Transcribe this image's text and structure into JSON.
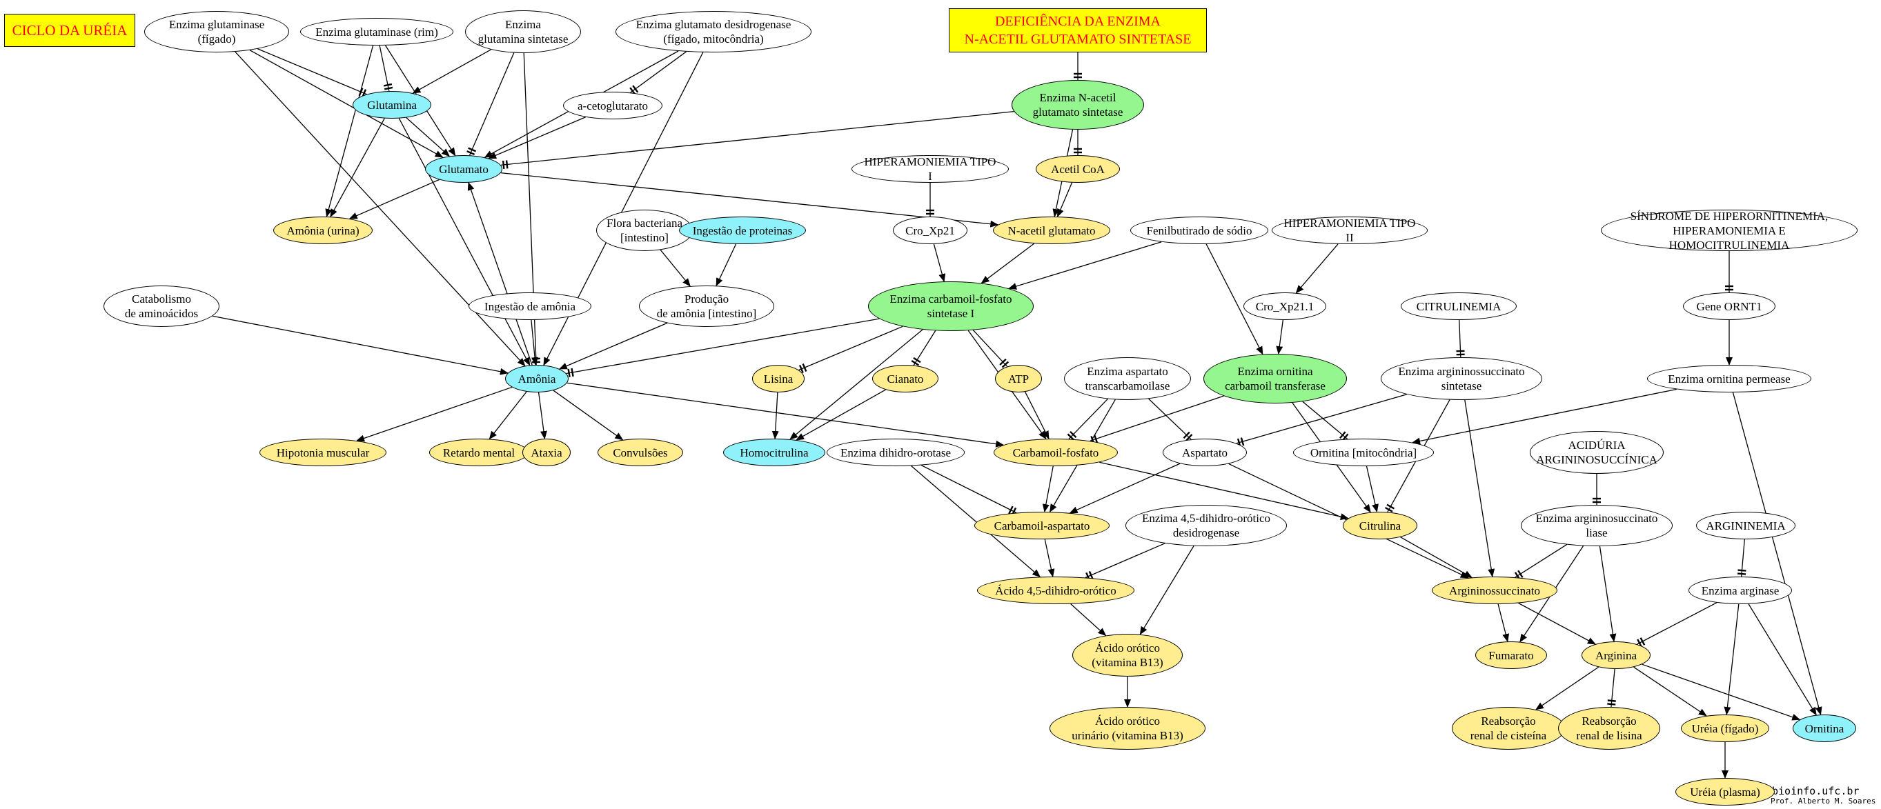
{
  "colors": {
    "white": "#ffffff",
    "yellow": "#ffed8f",
    "cyan": "#8ff2fa",
    "green": "#95f58f",
    "title_bg": "#ffff00",
    "title_text": "#ff0000",
    "edge": "#000000"
  },
  "title": "CICLO DA URÉIA",
  "deficiency_title": "DEFICIÊNCIA DA ENZIMA\nN-ACETIL GLUTAMATO SINTETASE",
  "credits": {
    "site": "bioinfo.ufc.br",
    "author": "Prof. Alberto M. Soares"
  },
  "nodes": [
    {
      "id": "e_glutaminase_figado",
      "label": "Enzima glutaminase\n(fígado)",
      "fill": "white"
    },
    {
      "id": "e_glutaminase_rim",
      "label": "Enzima glutaminase (rim)",
      "fill": "white"
    },
    {
      "id": "e_glutamina_sintetase",
      "label": "Enzima\nglutamina sintetase",
      "fill": "white"
    },
    {
      "id": "e_glutamato_desidrogenase",
      "label": "Enzima glutamato desidrogenase\n(fígado, mitocôndria)",
      "fill": "white"
    },
    {
      "id": "glutamina",
      "label": "Glutamina",
      "fill": "cyan"
    },
    {
      "id": "a_cetoglutarato",
      "label": "a-cetoglutarato",
      "fill": "white"
    },
    {
      "id": "glutamato",
      "label": "Glutamato",
      "fill": "cyan"
    },
    {
      "id": "amonia_urina",
      "label": "Amônia (urina)",
      "fill": "yellow"
    },
    {
      "id": "e_n_acetil",
      "label": "Enzima N-acetil\nglutamato sintetase",
      "fill": "green"
    },
    {
      "id": "acetil_coa",
      "label": "Acetil CoA",
      "fill": "yellow"
    },
    {
      "id": "hiperamoniemia_1",
      "label": "HIPERAMONIEMIA TIPO I",
      "fill": "white"
    },
    {
      "id": "cro_xp21",
      "label": "Cro_Xp21",
      "fill": "white"
    },
    {
      "id": "n_acetil_glutamato",
      "label": "N-acetil glutamato",
      "fill": "yellow"
    },
    {
      "id": "flora",
      "label": "Flora bacteriana\n[intestino]",
      "fill": "white"
    },
    {
      "id": "ingestao_proteinas",
      "label": "Ingestão de proteinas",
      "fill": "cyan"
    },
    {
      "id": "producao_amonia",
      "label": "Produção\nde amônia [intestino]",
      "fill": "white"
    },
    {
      "id": "fenilbutirado",
      "label": "Fenilbutirado de sódio",
      "fill": "white"
    },
    {
      "id": "hiperamoniemia_2",
      "label": "HIPERAMONIEMIA TIPO II",
      "fill": "white"
    },
    {
      "id": "cro_xp21_1",
      "label": "Cro_Xp21.1",
      "fill": "white"
    },
    {
      "id": "sindrome",
      "label": "SÍNDROME DE HIPERORNITINEMIA,\nHIPERAMONIEMIA E HOMOCITRULINEMIA",
      "fill": "white"
    },
    {
      "id": "gene_ornt1",
      "label": "Gene ORNT1",
      "fill": "white"
    },
    {
      "id": "catabolismo",
      "label": "Catabolismo\nde aminoácidos",
      "fill": "white"
    },
    {
      "id": "ingestao_amonia",
      "label": "Ingestão de amônia",
      "fill": "white"
    },
    {
      "id": "e_carbamoil_fosfato",
      "label": "Enzima carbamoil-fosfato\nsintetase I",
      "fill": "green"
    },
    {
      "id": "citrulinemia",
      "label": "CITRULINEMIA",
      "fill": "white"
    },
    {
      "id": "amonia",
      "label": "Amônia",
      "fill": "cyan"
    },
    {
      "id": "lisina",
      "label": "Lisina",
      "fill": "yellow"
    },
    {
      "id": "cianato",
      "label": "Cianato",
      "fill": "yellow"
    },
    {
      "id": "atp",
      "label": "ATP",
      "fill": "yellow"
    },
    {
      "id": "e_aspartato_transcarbamoilase",
      "label": "Enzima  aspartato\ntranscarbamoilase",
      "fill": "white"
    },
    {
      "id": "e_ornitina_carbamoil",
      "label": "Enzima ornitina\ncarbamoil transferase",
      "fill": "green"
    },
    {
      "id": "e_argininosuccinato_sintetase",
      "label": "Enzima argininossuccinato\nsintetase",
      "fill": "white"
    },
    {
      "id": "e_ornitina_permease",
      "label": "Enzima ornitina permease",
      "fill": "white"
    },
    {
      "id": "hipotonia",
      "label": "Hipotonia muscular",
      "fill": "yellow"
    },
    {
      "id": "retardo",
      "label": "Retardo mental",
      "fill": "yellow"
    },
    {
      "id": "ataxia",
      "label": "Ataxia",
      "fill": "yellow"
    },
    {
      "id": "convulsoes",
      "label": "Convulsões",
      "fill": "yellow"
    },
    {
      "id": "homocitrulina",
      "label": "Homocitrulina",
      "fill": "cyan"
    },
    {
      "id": "e_dihidro_orotase",
      "label": "Enzima dihidro-orotase",
      "fill": "white"
    },
    {
      "id": "carbamoil_fosfato",
      "label": "Carbamoil-fosfato",
      "fill": "yellow"
    },
    {
      "id": "aspartato",
      "label": "Aspartato",
      "fill": "white"
    },
    {
      "id": "ornitina_mito",
      "label": "Ornitina [mitocôndria]",
      "fill": "white"
    },
    {
      "id": "aciduria",
      "label": "ACIDÚRIA\nARGININOSUCCÍNICA",
      "fill": "white"
    },
    {
      "id": "carbamoil_aspartato",
      "label": "Carbamoil-aspartato",
      "fill": "yellow"
    },
    {
      "id": "e_dihidro_orotico_desidrogenase",
      "label": "Enzima 4,5-dihidro-orótico\ndesidrogenase",
      "fill": "white"
    },
    {
      "id": "citrulina",
      "label": "Citrulina",
      "fill": "yellow"
    },
    {
      "id": "e_argininosuccinato_liase",
      "label": "Enzima argininosuccinato\nliase",
      "fill": "white"
    },
    {
      "id": "argininemia",
      "label": "ARGININEMIA",
      "fill": "white"
    },
    {
      "id": "acido_dihidro_orotico",
      "label": "Ácido 4,5-dihidro-orótico",
      "fill": "yellow"
    },
    {
      "id": "argininossuccinato",
      "label": "Argininossuccinato",
      "fill": "yellow"
    },
    {
      "id": "e_arginase",
      "label": "Enzima arginase",
      "fill": "white"
    },
    {
      "id": "acido_orotico",
      "label": "Ácido orótico\n(vitamina B13)",
      "fill": "yellow"
    },
    {
      "id": "fumarato",
      "label": "Fumarato",
      "fill": "yellow"
    },
    {
      "id": "arginina",
      "label": "Arginina",
      "fill": "yellow"
    },
    {
      "id": "acido_orotico_urinario",
      "label": "Ácido orótico\nurinário (vitamina B13)",
      "fill": "yellow"
    },
    {
      "id": "reabsorcao_cisteina",
      "label": "Reabsorção\nrenal de cisteína",
      "fill": "yellow"
    },
    {
      "id": "reabsorcao_lisina",
      "label": "Reabsorção\nrenal de lisina",
      "fill": "yellow"
    },
    {
      "id": "ureia_figado",
      "label": "Uréia (fígado)",
      "fill": "yellow"
    },
    {
      "id": "ornitina",
      "label": "Ornitina",
      "fill": "cyan"
    },
    {
      "id": "ureia_plasma",
      "label": "Uréia (plasma)",
      "fill": "yellow"
    }
  ],
  "edges": [
    {
      "from": "e_glutaminase_figado",
      "to": "glutamina",
      "type": "inhibit"
    },
    {
      "from": "e_glutaminase_figado",
      "to": "glutamato",
      "type": "arrow"
    },
    {
      "from": "e_glutaminase_figado",
      "to": "amonia",
      "type": "arrow"
    },
    {
      "from": "e_glutaminase_rim",
      "to": "glutamina",
      "type": "inhibit"
    },
    {
      "from": "e_glutaminase_rim",
      "to": "glutamato",
      "type": "arrow"
    },
    {
      "from": "e_glutaminase_rim",
      "to": "amonia_urina",
      "type": "arrow"
    },
    {
      "from": "e_glutamina_sintetase",
      "to": "glutamina",
      "type": "arrow"
    },
    {
      "from": "e_glutamina_sintetase",
      "to": "glutamato",
      "type": "inhibit"
    },
    {
      "from": "e_glutamina_sintetase",
      "to": "amonia",
      "type": "inhibit"
    },
    {
      "from": "e_glutamato_desidrogenase",
      "to": "a_cetoglutarato",
      "type": "inhibit"
    },
    {
      "from": "e_glutamato_desidrogenase",
      "to": "glutamato",
      "type": "arrow"
    },
    {
      "from": "e_glutamato_desidrogenase",
      "to": "amonia",
      "type": "arrow"
    },
    {
      "from": "glutamina",
      "to": "glutamato",
      "type": "arrow"
    },
    {
      "from": "glutamina",
      "to": "amonia_urina",
      "type": "arrow"
    },
    {
      "from": "glutamina",
      "to": "amonia",
      "type": "arrow"
    },
    {
      "from": "a_cetoglutarato",
      "to": "glutamato",
      "type": "arrow"
    },
    {
      "from": "glutamato",
      "to": "amonia_urina",
      "type": "arrow"
    },
    {
      "from": "glutamato",
      "to": "n_acetil_glutamato",
      "type": "arrow"
    },
    {
      "from": "amonia",
      "to": "glutamato",
      "type": "arrow"
    },
    {
      "from": "deficiency",
      "to": "e_n_acetil",
      "type": "inhibit"
    },
    {
      "from": "e_n_acetil",
      "to": "glutamato",
      "type": "inhibit"
    },
    {
      "from": "e_n_acetil",
      "to": "acetil_coa",
      "type": "inhibit"
    },
    {
      "from": "e_n_acetil",
      "to": "n_acetil_glutamato",
      "type": "arrow"
    },
    {
      "from": "acetil_coa",
      "to": "n_acetil_glutamato",
      "type": "arrow"
    },
    {
      "from": "hiperamoniemia_1",
      "to": "cro_xp21",
      "type": "inhibit"
    },
    {
      "from": "cro_xp21",
      "to": "e_carbamoil_fosfato",
      "type": "arrow"
    },
    {
      "from": "n_acetil_glutamato",
      "to": "e_carbamoil_fosfato",
      "type": "arrow"
    },
    {
      "from": "flora",
      "to": "producao_amonia",
      "type": "arrow"
    },
    {
      "from": "ingestao_proteinas",
      "to": "producao_amonia",
      "type": "arrow"
    },
    {
      "from": "producao_amonia",
      "to": "amonia",
      "type": "arrow"
    },
    {
      "from": "fenilbutirado",
      "to": "e_carbamoil_fosfato",
      "type": "arrow"
    },
    {
      "from": "fenilbutirado",
      "to": "e_ornitina_carbamoil",
      "type": "arrow"
    },
    {
      "from": "hiperamoniemia_2",
      "to": "cro_xp21_1",
      "type": "arrow"
    },
    {
      "from": "cro_xp21_1",
      "to": "e_ornitina_carbamoil",
      "type": "arrow"
    },
    {
      "from": "sindrome",
      "to": "gene_ornt1",
      "type": "inhibit"
    },
    {
      "from": "gene_ornt1",
      "to": "e_ornitina_permease",
      "type": "arrow"
    },
    {
      "from": "catabolismo",
      "to": "amonia",
      "type": "arrow"
    },
    {
      "from": "ingestao_amonia",
      "to": "amonia",
      "type": "arrow"
    },
    {
      "from": "e_carbamoil_fosfato",
      "to": "amonia",
      "type": "inhibit"
    },
    {
      "from": "e_carbamoil_fosfato",
      "to": "lisina",
      "type": "inhibit"
    },
    {
      "from": "e_carbamoil_fosfato",
      "to": "cianato",
      "type": "inhibit"
    },
    {
      "from": "e_carbamoil_fosfato",
      "to": "atp",
      "type": "inhibit"
    },
    {
      "from": "e_carbamoil_fosfato",
      "to": "homocitrulina",
      "type": "arrow"
    },
    {
      "from": "e_carbamoil_fosfato",
      "to": "carbamoil_fosfato",
      "type": "arrow"
    },
    {
      "from": "citrulinemia",
      "to": "e_argininosuccinato_sintetase",
      "type": "inhibit"
    },
    {
      "from": "amonia",
      "to": "hipotonia",
      "type": "arrow"
    },
    {
      "from": "amonia",
      "to": "retardo",
      "type": "arrow"
    },
    {
      "from": "amonia",
      "to": "ataxia",
      "type": "arrow"
    },
    {
      "from": "amonia",
      "to": "convulsoes",
      "type": "arrow"
    },
    {
      "from": "amonia",
      "to": "carbamoil_fosfato",
      "type": "arrow"
    },
    {
      "from": "lisina",
      "to": "homocitrulina",
      "type": "arrow"
    },
    {
      "from": "cianato",
      "to": "homocitrulina",
      "type": "arrow"
    },
    {
      "from": "atp",
      "to": "carbamoil_fosfato",
      "type": "arrow"
    },
    {
      "from": "e_aspartato_transcarbamoilase",
      "to": "carbamoil_fosfato",
      "type": "inhibit"
    },
    {
      "from": "e_aspartato_transcarbamoilase",
      "to": "aspartato",
      "type": "inhibit"
    },
    {
      "from": "e_aspartato_transcarbamoilase",
      "to": "carbamoil_aspartato",
      "type": "arrow"
    },
    {
      "from": "e_ornitina_carbamoil",
      "to": "carbamoil_fosfato",
      "type": "inhibit"
    },
    {
      "from": "e_ornitina_carbamoil",
      "to": "ornitina_mito",
      "type": "inhibit"
    },
    {
      "from": "e_ornitina_carbamoil",
      "to": "citrulina",
      "type": "arrow"
    },
    {
      "from": "e_argininosuccinato_sintetase",
      "to": "aspartato",
      "type": "inhibit"
    },
    {
      "from": "e_argininosuccinato_sintetase",
      "to": "citrulina",
      "type": "inhibit"
    },
    {
      "from": "e_argininosuccinato_sintetase",
      "to": "argininossuccinato",
      "type": "arrow"
    },
    {
      "from": "e_ornitina_permease",
      "to": "ornitina_mito",
      "type": "arrow"
    },
    {
      "from": "e_ornitina_permease",
      "to": "ornitina",
      "type": "arrow"
    },
    {
      "from": "e_dihidro_orotase",
      "to": "carbamoil_aspartato",
      "type": "inhibit"
    },
    {
      "from": "e_dihidro_orotase",
      "to": "acido_dihidro_orotico",
      "type": "arrow"
    },
    {
      "from": "carbamoil_fosfato",
      "to": "carbamoil_aspartato",
      "type": "arrow"
    },
    {
      "from": "carbamoil_fosfato",
      "to": "citrulina",
      "type": "arrow"
    },
    {
      "from": "aspartato",
      "to": "carbamoil_aspartato",
      "type": "arrow"
    },
    {
      "from": "aspartato",
      "to": "argininossuccinato",
      "type": "arrow"
    },
    {
      "from": "ornitina_mito",
      "to": "citrulina",
      "type": "arrow"
    },
    {
      "from": "aciduria",
      "to": "e_argininosuccinato_liase",
      "type": "inhibit"
    },
    {
      "from": "carbamoil_aspartato",
      "to": "acido_dihidro_orotico",
      "type": "arrow"
    },
    {
      "from": "e_dihidro_orotico_desidrogenase",
      "to": "acido_dihidro_orotico",
      "type": "inhibit"
    },
    {
      "from": "e_dihidro_orotico_desidrogenase",
      "to": "acido_orotico",
      "type": "arrow"
    },
    {
      "from": "citrulina",
      "to": "argininossuccinato",
      "type": "arrow"
    },
    {
      "from": "e_argininosuccinato_liase",
      "to": "argininossuccinato",
      "type": "inhibit"
    },
    {
      "from": "e_argininosuccinato_liase",
      "to": "fumarato",
      "type": "arrow"
    },
    {
      "from": "e_argininosuccinato_liase",
      "to": "arginina",
      "type": "arrow"
    },
    {
      "from": "argininemia",
      "to": "e_arginase",
      "type": "inhibit"
    },
    {
      "from": "acido_dihidro_orotico",
      "to": "acido_orotico",
      "type": "arrow"
    },
    {
      "from": "argininossuccinato",
      "to": "fumarato",
      "type": "arrow"
    },
    {
      "from": "argininossuccinato",
      "to": "arginina",
      "type": "arrow"
    },
    {
      "from": "e_arginase",
      "to": "arginina",
      "type": "inhibit"
    },
    {
      "from": "e_arginase",
      "to": "ureia_figado",
      "type": "arrow"
    },
    {
      "from": "e_arginase",
      "to": "ornitina",
      "type": "arrow"
    },
    {
      "from": "acido_orotico",
      "to": "acido_orotico_urinario",
      "type": "arrow"
    },
    {
      "from": "arginina",
      "to": "reabsorcao_cisteina",
      "type": "arrow"
    },
    {
      "from": "arginina",
      "to": "reabsorcao_lisina",
      "type": "inhibit"
    },
    {
      "from": "arginina",
      "to": "ureia_figado",
      "type": "arrow"
    },
    {
      "from": "arginina",
      "to": "ornitina",
      "type": "arrow"
    },
    {
      "from": "ureia_figado",
      "to": "ureia_plasma",
      "type": "arrow"
    }
  ]
}
